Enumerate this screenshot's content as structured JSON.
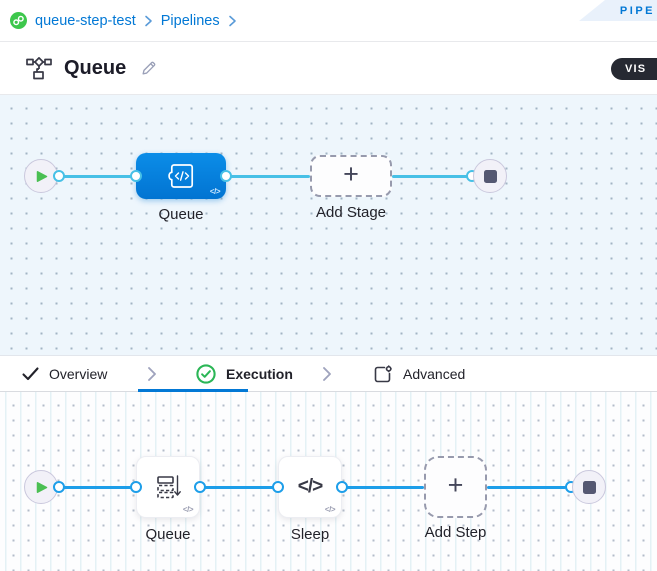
{
  "breadcrumb": {
    "project": "queue-step-test",
    "section": "Pipelines"
  },
  "ribbon": {
    "label": "PIPE"
  },
  "header": {
    "title": "Queue",
    "mode_label": "VIS"
  },
  "stage_canvas": {
    "stage_label": "Queue",
    "add_stage_label": "Add Stage",
    "yaml_badge": "</>"
  },
  "tabs": {
    "overview": "Overview",
    "execution": "Execution",
    "advanced": "Advanced"
  },
  "step_canvas": {
    "step1_label": "Queue",
    "step2_label": "Sleep",
    "sleep_glyph": "</>",
    "add_step_label": "Add Step",
    "yaml_badge": "</>"
  },
  "glyphs": {
    "plus": "+"
  },
  "colors": {
    "primary_blue": "#0278d5",
    "stage_blue": "#0280df",
    "connector_top": "#47c0e6",
    "connector_bottom": "#1d9ee9",
    "success_green": "#2bb656",
    "brand_green": "#3dc74c"
  }
}
